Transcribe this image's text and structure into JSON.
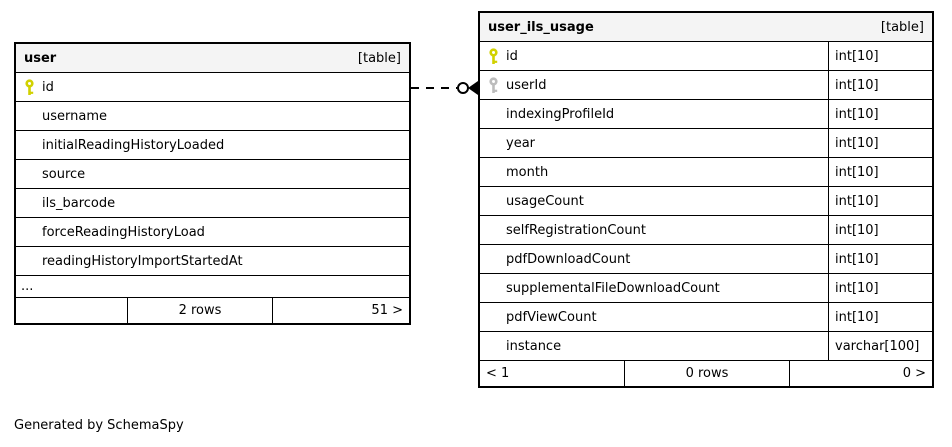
{
  "app": {
    "generator_note": "Generated by SchemaSpy"
  },
  "colors": {
    "primary_key_icon": "#d1d100",
    "foreign_key_icon": "#bcbcbc",
    "table_header_bg": "#f4f4f4",
    "border": "#000000",
    "background": "#ffffff"
  },
  "relationship": {
    "from": "user.id",
    "to": "user_ils_usage.userId",
    "line_style": "dashed",
    "end_markers": "circle-and-crows-foot"
  },
  "tables": [
    {
      "name": "user",
      "badge": "[table]",
      "columns": [
        {
          "name": "id",
          "key": "primary"
        },
        {
          "name": "username"
        },
        {
          "name": "initialReadingHistoryLoaded"
        },
        {
          "name": "source"
        },
        {
          "name": "ils_barcode"
        },
        {
          "name": "forceReadingHistoryLoad"
        },
        {
          "name": "readingHistoryImportStartedAt"
        }
      ],
      "truncated_indicator": "...",
      "footer": {
        "parents": "",
        "rows": "2 rows",
        "children": "51 >"
      }
    },
    {
      "name": "user_ils_usage",
      "badge": "[table]",
      "columns": [
        {
          "name": "id",
          "type": "int[10]",
          "key": "primary"
        },
        {
          "name": "userId",
          "type": "int[10]",
          "key": "foreign"
        },
        {
          "name": "indexingProfileId",
          "type": "int[10]"
        },
        {
          "name": "year",
          "type": "int[10]"
        },
        {
          "name": "month",
          "type": "int[10]"
        },
        {
          "name": "usageCount",
          "type": "int[10]"
        },
        {
          "name": "selfRegistrationCount",
          "type": "int[10]"
        },
        {
          "name": "pdfDownloadCount",
          "type": "int[10]"
        },
        {
          "name": "supplementalFileDownloadCount",
          "type": "int[10]"
        },
        {
          "name": "pdfViewCount",
          "type": "int[10]"
        },
        {
          "name": "instance",
          "type": "varchar[100]"
        }
      ],
      "footer": {
        "parents": "< 1",
        "rows": "0 rows",
        "children": "0 >"
      }
    }
  ]
}
